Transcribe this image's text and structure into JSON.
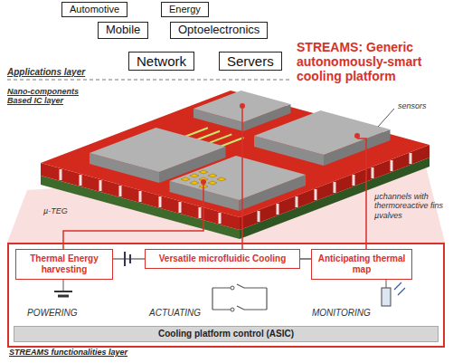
{
  "diagram": {
    "title": "STREAMS: Generic autonomously-smart cooling platform",
    "nodes": [
      {
        "text": [
          "Automotive"
        ]
      },
      {
        "text": [
          "Energy"
        ]
      },
      {
        "text": [
          "Mobile"
        ]
      },
      {
        "text": [
          "Optoelectronics"
        ]
      },
      {
        "text": [
          "Network"
        ]
      },
      {
        "text": [
          "Servers"
        ]
      },
      {
        "text": [
          "STREAMS functionalities layer"
        ]
      },
      {
        "text": [
          "Thermal Energy harvesting"
        ],
        "in": 6
      },
      {
        "text": [
          "Versatile microfluidic Cooling"
        ],
        "in": 6
      },
      {
        "text": [
          "Anticipating thermal map"
        ],
        "in": 6
      },
      {
        "text": [
          "Cooling platform control (ASIC)"
        ],
        "in": 6
      }
    ],
    "edges": [
      {
        "from": 7,
        "to": 8,
        "arrow": "none"
      },
      {
        "from": 8,
        "to": 9,
        "arrow": "none"
      }
    ],
    "labels": [
      "Applications layer",
      "Nano-components Based IC layer",
      "sensors",
      "µchannels with thermoreactive fins µvalves",
      "µ-TEG",
      "POWERING",
      "ACTUATING",
      "MONITORING"
    ]
  }
}
